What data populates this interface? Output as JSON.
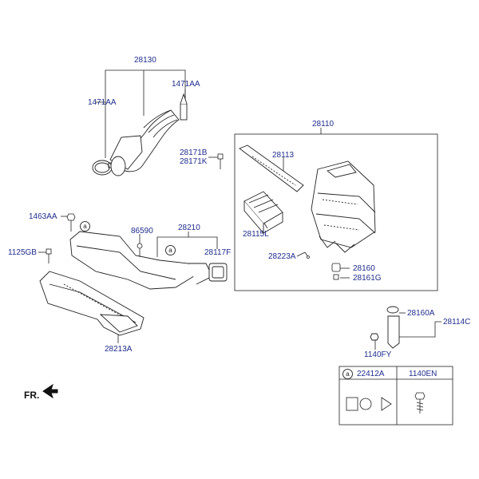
{
  "fr_label": "FR.",
  "callout_letter": "a",
  "parts": {
    "p28130": "28130",
    "p1471AA_top": "1471AA",
    "p1471AA_left": "1471AA",
    "p28110": "28110",
    "p28171B": "28171B",
    "p28171K": "28171K",
    "p28113": "28113",
    "p1463AA": "1463AA",
    "p86590": "86590",
    "p28210": "28210",
    "p28115L": "28115L",
    "p1125GB": "1125GB",
    "p28117F": "28117F",
    "p28223A": "28223A",
    "p28160": "28160",
    "p28161G": "28161G",
    "p28160A": "28160A",
    "p28114C": "28114C",
    "p1140FY": "1140FY",
    "p28213A": "28213A"
  },
  "legend_table": {
    "col1": "22412A",
    "col2": "1140EN"
  }
}
